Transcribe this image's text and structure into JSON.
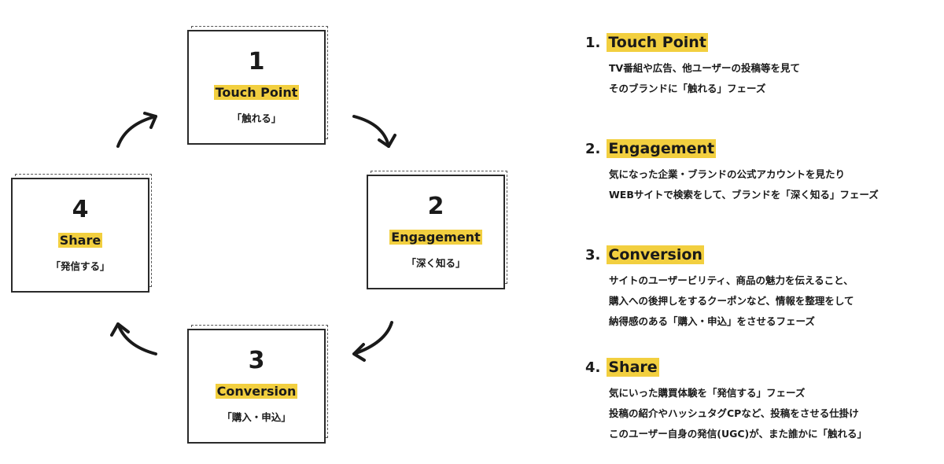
{
  "cards": [
    {
      "num": "1",
      "title": "Touch Point",
      "sub": "「触れる」"
    },
    {
      "num": "2",
      "title": "Engagement",
      "sub": "「深く知る」"
    },
    {
      "num": "3",
      "title": "Conversion",
      "sub": "「購入・申込」"
    },
    {
      "num": "4",
      "title": "Share",
      "sub": "「発信する」"
    }
  ],
  "sections": [
    {
      "index": "1.",
      "title": "Touch Point",
      "lines": [
        "TV番組や広告、他ユーザーの投稿等を見て",
        "そのブランドに「触れる」フェーズ"
      ]
    },
    {
      "index": "2.",
      "title": "Engagement",
      "lines": [
        "気になった企業・ブランドの公式アカウントを見たり",
        "WEBサイトで検索をして、ブランドを「深く知る」フェーズ"
      ]
    },
    {
      "index": "3.",
      "title": "Conversion",
      "lines": [
        "サイトのユーザービリティ、商品の魅力を伝えること、",
        "購入への後押しをするクーポンなど、情報を整理をして",
        "納得感のある「購入・申込」をさせるフェーズ"
      ]
    },
    {
      "index": "4.",
      "title": "Share",
      "lines": [
        "気にいった購買体験を「発信する」フェーズ",
        "投稿の紹介やハッシュタグCPなど、投稿をさせる仕掛け",
        "このユーザー自身の発信(UGC)が、また誰かに「触れる」"
      ]
    }
  ],
  "colors": {
    "highlight": "#f2cf3f",
    "stroke": "#2a2a2a"
  }
}
